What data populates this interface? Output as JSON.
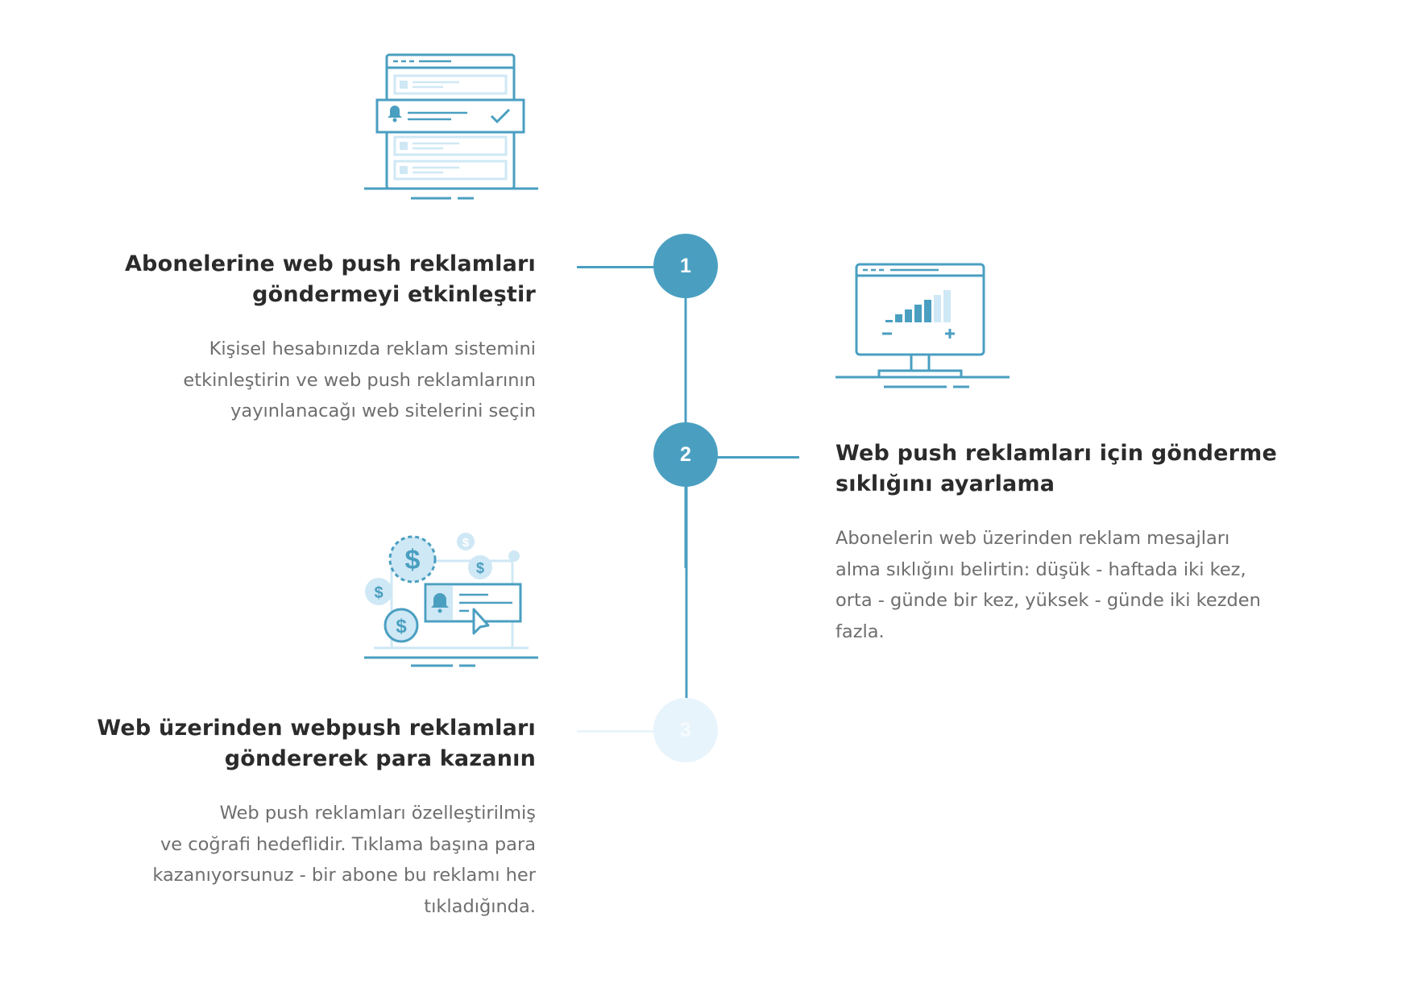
{
  "colors": {
    "accent": "#4a9fc1",
    "accent_light": "#cfe8f5",
    "inactive": "#e8f4fb",
    "title_text": "#2b2b2b",
    "body_text": "#6e6e6e"
  },
  "steps": [
    {
      "number": "1",
      "title_line1": "Abonelerine web push reklamları",
      "title_line2": "göndermeyi etkinleştir",
      "desc_line1": "Kişisel hesabınızda reklam sistemini",
      "desc_line2": "etkinleştirin ve web push reklamlarının",
      "desc_line3": "yayınlanacağı web sitelerini seçin",
      "state": "active",
      "illustration_icon": "browser-notification-list-icon"
    },
    {
      "number": "2",
      "title_line1": "Web push reklamları için gönderme",
      "title_line2": "sıklığını ayarlama",
      "desc_line1": "Abonelerin web üzerinden reklam mesajları",
      "desc_line2": "alma sıklığını belirtin: düşük - haftada iki kez,",
      "desc_line3": "orta - günde bir kez, yüksek - günde iki kezden",
      "desc_line4": "fazla.",
      "state": "active",
      "illustration_icon": "monitor-frequency-icon"
    },
    {
      "number": "3",
      "title_line1": "Web üzerinden webpush reklamları",
      "title_line2": "göndererek para kazanın",
      "desc_line1": "Web push reklamları özelleştirilmiş",
      "desc_line2": "ve coğrafi hedeflidir. Tıklama başına para",
      "desc_line3": "kazanıyorsunuz - bir abone bu reklamı her",
      "desc_line4": "tıkladığında.",
      "state": "inactive",
      "illustration_icon": "laptop-money-icon"
    }
  ]
}
